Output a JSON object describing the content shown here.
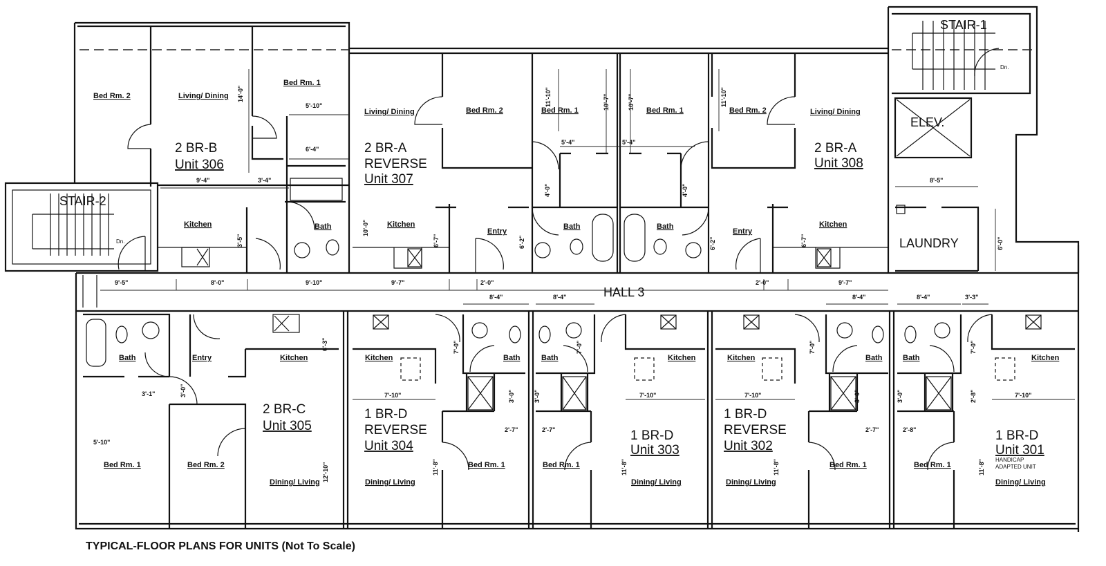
{
  "caption": "TYPICAL-FLOOR PLANS FOR UNITS (Not To Scale)",
  "hall": "HALL 3",
  "stair1": "STAIR-1",
  "stair2": "STAIR-2",
  "dn": "Dn.",
  "elevator": "ELEV.",
  "laundry": "LAUNDRY",
  "units": {
    "u306": {
      "type": "2 BR-B",
      "name": "Unit 306",
      "rooms": [
        "Bed Rm. 2",
        "Living/ Dining",
        "Bed Rm. 1",
        "Kitchen",
        "Bath"
      ]
    },
    "u307": {
      "type": "2 BR-A",
      "variant": "REVERSE",
      "name": "Unit 307",
      "rooms": [
        "Living/ Dining",
        "Bed Rm. 2",
        "Bed Rm. 1",
        "Kitchen",
        "Entry",
        "Bath"
      ]
    },
    "u308": {
      "type": "2 BR-A",
      "name": "Unit 308",
      "rooms": [
        "Bed Rm. 1",
        "Bed Rm. 2",
        "Living/ Dining",
        "Entry",
        "Kitchen",
        "Bath"
      ]
    },
    "u305": {
      "type": "2 BR-C",
      "name": "Unit 305",
      "rooms": [
        "Bath",
        "Entry",
        "Kitchen",
        "Bed Rm. 1",
        "Bed Rm. 2",
        "Dining/ Living"
      ]
    },
    "u304": {
      "type": "1 BR-D",
      "variant": "REVERSE",
      "name": "Unit 304",
      "rooms": [
        "Kitchen",
        "Bath",
        "Bed Rm. 1",
        "Dining/ Living"
      ]
    },
    "u303": {
      "type": "1 BR-D",
      "name": "Unit 303",
      "rooms": [
        "Bath",
        "Kitchen",
        "Bed Rm. 1",
        "Dining/ Living"
      ]
    },
    "u302": {
      "type": "1 BR-D",
      "variant": "REVERSE",
      "name": "Unit 302",
      "rooms": [
        "Kitchen",
        "Bath",
        "Bed Rm. 1",
        "Dining/ Living"
      ]
    },
    "u301": {
      "type": "1 BR-D",
      "name": "Unit 301",
      "note1": "HANDICAP",
      "note2": "ADAPTED UNIT",
      "rooms": [
        "Bath",
        "Kitchen",
        "Bed Rm. 1",
        "Dining/ Living"
      ]
    }
  },
  "dimensions": [
    "14'-0\"",
    "5'-10\"",
    "6'-4\"",
    "9'-4\"",
    "3'-4\"",
    "3'-5\"",
    "9'-5\"",
    "8'-0\"",
    "9'-10\"",
    "11'-10\"",
    "10'-7\"",
    "10'-7\"",
    "5'-4\"",
    "5'-4\"",
    "4'-0\"",
    "4'-0\"",
    "10'-0\"",
    "6'-7\"",
    "6'-2\"",
    "9'-7\"",
    "2'-0\"",
    "11'-10\"",
    "2'-0\"",
    "9'-7\"",
    "6'-7\"",
    "6'-2\"",
    "8'-5\"",
    "6'-0\"",
    "8'-4\"",
    "8'-4\"",
    "8'-4\"",
    "8'-4\"",
    "3'-3\"",
    "6'-3\"",
    "3'-1\"",
    "3'-0\"",
    "5'-10\"",
    "12'-10\"",
    "7'-10\"",
    "7'-0\"",
    "3'-0\"",
    "2'-7\"",
    "11'-8\"",
    "7'-0\"",
    "3'-0\"",
    "2'-7\"",
    "11'-8\"",
    "7'-10\"",
    "7'-10\"",
    "7'-0\"",
    "3'-0\"",
    "2'-7\"",
    "11'-8\"",
    "3'-0\"",
    "2'-8\"",
    "2'-8\"",
    "7'-0\"",
    "11'-8\"",
    "7'-10\""
  ]
}
